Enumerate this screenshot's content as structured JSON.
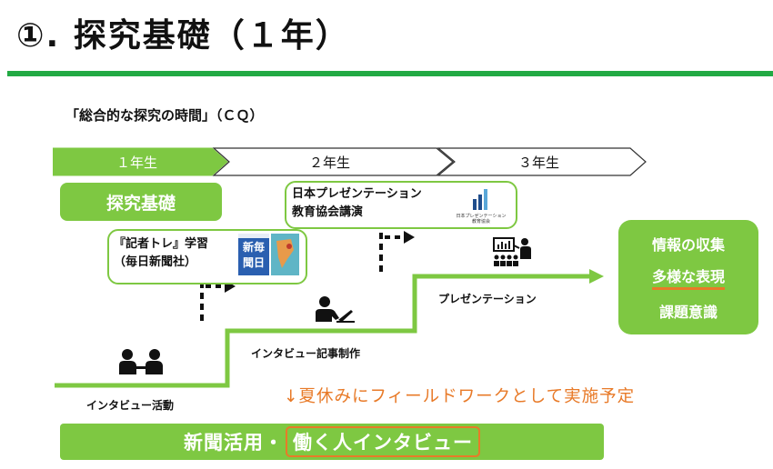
{
  "title": "①. 探究基礎（１年）",
  "subtitle": "「総合的な探究の時間」（ＣＱ）",
  "timeline": {
    "year1": "１年生",
    "year2": "２年生",
    "year3": "３年生"
  },
  "tankyu_box": "探究基礎",
  "jpa": {
    "line1": "日本プレゼンテーション",
    "line2": "教育協会講演",
    "logo_text": "日本プレゼンテーション教育協会"
  },
  "kisha": {
    "line1": "『記者トレ』学習",
    "line2": "（毎日新聞社）",
    "book_text": "新毎\n聞日"
  },
  "captions": {
    "presentation": "プレゼンテーション",
    "kiji": "インタビュー記事制作",
    "katsudo": "インタビュー活動"
  },
  "goals": [
    "情報の収集",
    "多様な表現",
    "課題意識"
  ],
  "note": "↓夏休みにフィールドワークとして実施予定",
  "bottom_bar": {
    "part1": "新聞活用・",
    "part2": "働く人インタビュー"
  },
  "colors": {
    "green": "#7ec842",
    "rule_green": "#22aa44",
    "orange": "#e87a28",
    "dark": "#111111"
  },
  "icons": [
    "meeting-icon",
    "laptop-person-icon",
    "presenter-audience-icon",
    "dotted-arrow-icon",
    "bar-chart-logo-icon"
  ]
}
